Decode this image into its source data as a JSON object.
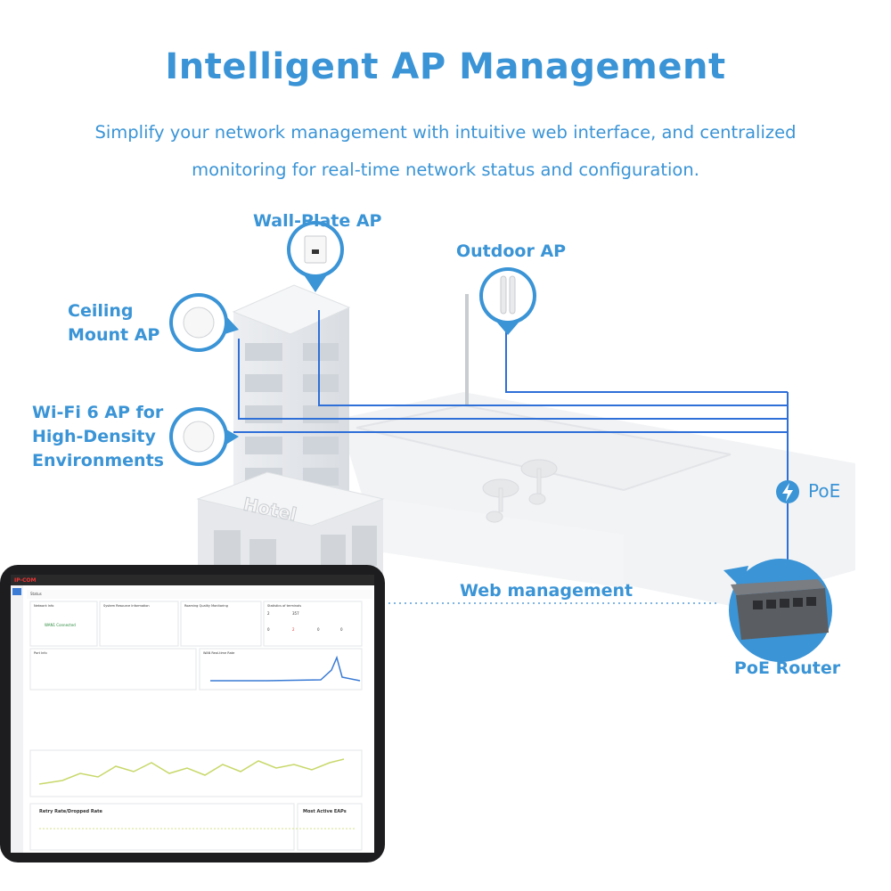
{
  "header": {
    "title": "Intelligent AP Management",
    "subtitle_line1": "Simplify your network management with intuitive web interface, and centralized",
    "subtitle_line2": "monitoring for real-time network status and configuration."
  },
  "labels": {
    "wall_plate_ap": "Wall-Plate AP",
    "outdoor_ap": "Outdoor AP",
    "ceiling_mount_ap_line1": "Ceiling",
    "ceiling_mount_ap_line2": "Mount AP",
    "wifi6_ap_line1": "Wi-Fi 6 AP for",
    "wifi6_ap_line2": "High-Density",
    "wifi6_ap_line3": "Environments",
    "poe": "PoE",
    "web_management": "Web management",
    "poe_router": "PoE Router",
    "hotel_sign": "Hotel"
  },
  "tablet": {
    "brand": "IP-COM",
    "page_title": "Status",
    "panels": {
      "network_info": "Network Info",
      "wan_status": "WAN1 Connected",
      "system_resource": "System Resource Information",
      "roaming_quality": "Roaming Quality Monitoring",
      "statistics": "Statistics of terminals",
      "port_info": "Port Info",
      "wan_realtime": "WAN Real-time Rate",
      "retry_rate": "Retry Rate/Dropped Rate",
      "most_active": "Most Active EAPs"
    },
    "stats": [
      "2",
      "357",
      "0",
      "2",
      "0",
      "0"
    ]
  },
  "colors": {
    "accent": "#3a94d6",
    "line_blue": "#2e6fd8",
    "building": "#e4e6e9",
    "tablet_bezel": "#1d1d1f"
  }
}
